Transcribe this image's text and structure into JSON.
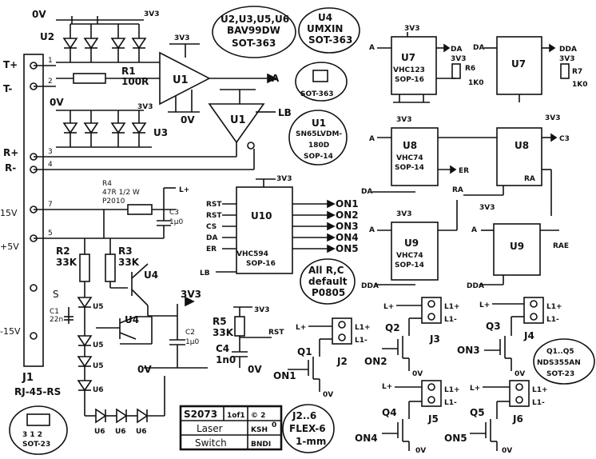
{
  "notes": {
    "parts_line1": "U2,U3,U5,U6",
    "parts_line2": "BAV99DW",
    "parts_line3": "SOT-363",
    "u4_line1": "U4",
    "u4_line2": "UMXIN",
    "u4_line3": "SOT-363",
    "pkg_label": "SOT-363",
    "u1_line1": "U1",
    "u1_line2": "SN65LVDM-",
    "u1_line3": "180D",
    "u1_line4": "SOP-14",
    "rc_line1": "All R,C",
    "rc_line2": "default",
    "rc_line3": "P0805",
    "flex_line1": "J2..6",
    "flex_line2": "FLEX-6",
    "flex_line3": "1-mm",
    "q_line1": "Q1..Q5",
    "q_line2": "NDS355AN",
    "q_line3": "SOT-23",
    "sot23_label": "SOT-23",
    "sot_pins": "3 1 2"
  },
  "title_block": {
    "number": "S2073",
    "sheet": "1of1",
    "copyright": "© 2",
    "rev": "0",
    "name1": "Laser",
    "name2": "Switch",
    "author1": "KSH",
    "author2": "BNDI"
  },
  "connector": {
    "ref": "J1",
    "type": "RJ-45-RS",
    "pins": [
      "1",
      "2",
      "3",
      "4",
      "7",
      "5"
    ],
    "signals": [
      "T+",
      "T-",
      "R+",
      "R-",
      "15V",
      "+5V",
      "S",
      "-15V"
    ]
  },
  "nets": {
    "zero_v": "0V",
    "three_v3": "3V3",
    "a": "A",
    "lb": "LB",
    "lplus": "L+",
    "da": "DA",
    "dda": "DDA",
    "er": "ER",
    "ra": "RA",
    "rae": "RAE",
    "c3": "C3",
    "rst": "RST",
    "l1plus": "L1+",
    "l1minus": "L1-"
  },
  "components": {
    "r1": "R1",
    "r1_val": "100R",
    "u1": "U1",
    "u2": "U2",
    "u3": "U3",
    "r2": "R2",
    "r2_val": "33K",
    "r3": "R3",
    "r3_val": "33K",
    "r4": "R4",
    "r4_val": "47R 1/2 W",
    "r4_pkg": "P2010",
    "c3": "C3",
    "c3_val": "1µ0",
    "c1": "C1",
    "c1_val": "22n",
    "c2": "C2",
    "c2_val": "1µ0",
    "c4": "C4",
    "c4_val": "1n0",
    "r5": "R5",
    "r5_val": "33K",
    "u4": "U4",
    "u4b": "U4",
    "u5": "U5",
    "u6": "U6",
    "u10": "U10",
    "u10_part": "VHC594",
    "u10_pkg": "SOP-16",
    "u10_inputs": [
      "RST",
      "RST",
      "CS",
      "DA",
      "ER"
    ],
    "u10_outputs": [
      "ON1",
      "ON2",
      "ON3",
      "ON4",
      "ON5"
    ],
    "u7": "U7",
    "u7_part": "VHC123",
    "u7_pkg": "SOP-16",
    "u8": "U8",
    "u8_part": "VHC74",
    "u8_pkg": "SOP-14",
    "u9": "U9",
    "u9_part": "VHC74",
    "u9_pkg": "SOP-14",
    "r6": "R6",
    "r6_val": "1K0",
    "r7": "R7",
    "r7_val": "1K0"
  },
  "outputs": {
    "q": [
      "Q1",
      "Q2",
      "Q3",
      "Q4",
      "Q5"
    ],
    "j": [
      "J2",
      "J3",
      "J4",
      "J5",
      "J6"
    ],
    "on": [
      "ON1",
      "ON2",
      "ON3",
      "ON4",
      "ON5"
    ]
  }
}
